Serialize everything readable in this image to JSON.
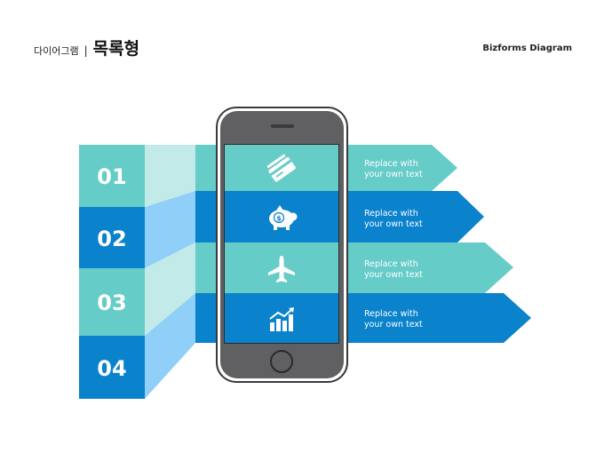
{
  "header": {
    "category": "다이어그램",
    "separator": "|",
    "title": "목록형",
    "brand": "Bizforms Diagram"
  },
  "colors": {
    "teal": "#66CCC8",
    "blue": "#0A82CC",
    "teal_light": "#C2EAE8",
    "blue_light": "#8FCFF8",
    "phone_body": "#606062",
    "phone_border": "#3A3A3C"
  },
  "items": [
    {
      "number": "01",
      "icon": "credit-card-icon",
      "text_line1": "Replace with",
      "text_line2": "your own text"
    },
    {
      "number": "02",
      "icon": "piggy-bank-icon",
      "text_line1": "Replace with",
      "text_line2": "your own text"
    },
    {
      "number": "03",
      "icon": "airplane-icon",
      "text_line1": "Replace with",
      "text_line2": "your own text"
    },
    {
      "number": "04",
      "icon": "growth-chart-icon",
      "text_line1": "Replace with",
      "text_line2": "your own text"
    }
  ]
}
